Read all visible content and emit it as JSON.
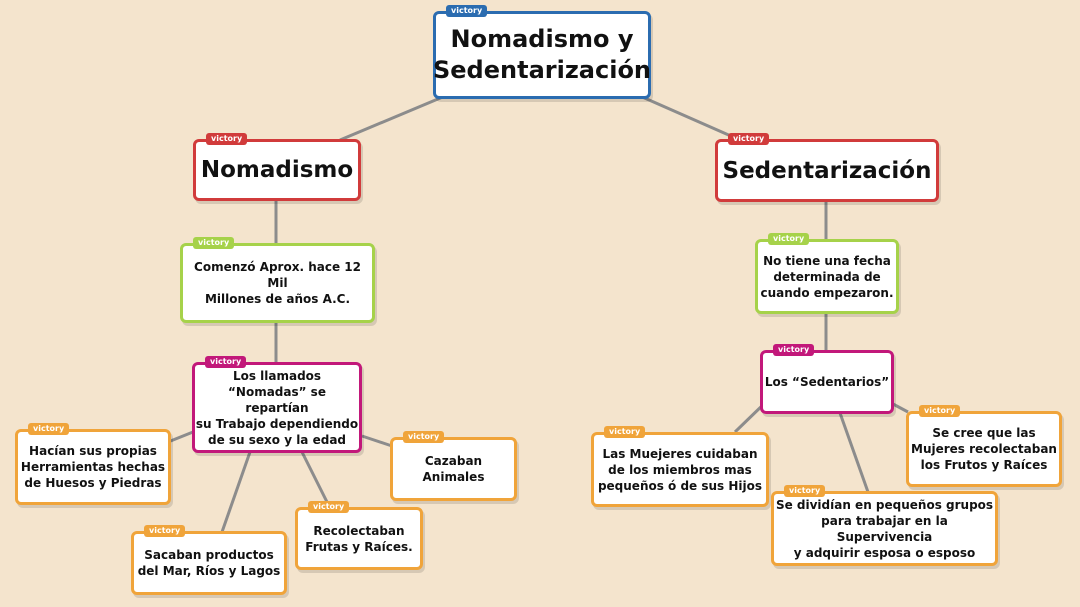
{
  "nodes": {
    "root": {
      "tag": "victory",
      "text": "Nomadismo y\nSedentarización"
    },
    "nomadismo": {
      "tag": "victory",
      "text": "Nomadismo"
    },
    "sedentar": {
      "tag": "victory",
      "text": "Sedentarización"
    },
    "comenzo": {
      "tag": "victory",
      "text": "Comenzó Aprox. hace 12 Mil\nMillones de años A.C."
    },
    "nofecha": {
      "tag": "victory",
      "text": "No tiene una fecha\ndeterminada de\ncuando empezaron."
    },
    "llamados": {
      "tag": "victory",
      "text": "Los llamados\n“Nomadas” se repartían\nsu Trabajo dependiendo\nde su sexo y la edad"
    },
    "sedentarios": {
      "tag": "victory",
      "text": "Los “Sedentarios”"
    },
    "hacian": {
      "tag": "victory",
      "text": "Hacían sus propias\nHerramientas hechas\nde Huesos y Piedras"
    },
    "sacaban": {
      "tag": "victory",
      "text": "Sacaban productos\ndel Mar, Ríos y Lagos"
    },
    "recolectaban": {
      "tag": "victory",
      "text": "Recolectaban\nFrutas y Raíces."
    },
    "cazaban": {
      "tag": "victory",
      "text": "Cazaban\nAnimales"
    },
    "muejeres": {
      "tag": "victory",
      "text": "Las Muejeres cuidaban\nde los miembros mas\npequeños ó de sus Hijos"
    },
    "dividian": {
      "tag": "victory",
      "text": "Se dividían en pequeños grupos\npara trabajar en la Supervivencia\ny adquirir esposa o esposo"
    },
    "secree": {
      "tag": "victory",
      "text": "Se cree que las\nMujeres recolectaban\nlos Frutos y Raíces"
    }
  },
  "colors": {
    "background": "#f4e4cd",
    "blue": "#2b6cb0",
    "red": "#d13b3b",
    "green": "#a6d24a",
    "pink": "#c2187a",
    "orange": "#f0a43a",
    "connector": "#8c8c8c"
  }
}
